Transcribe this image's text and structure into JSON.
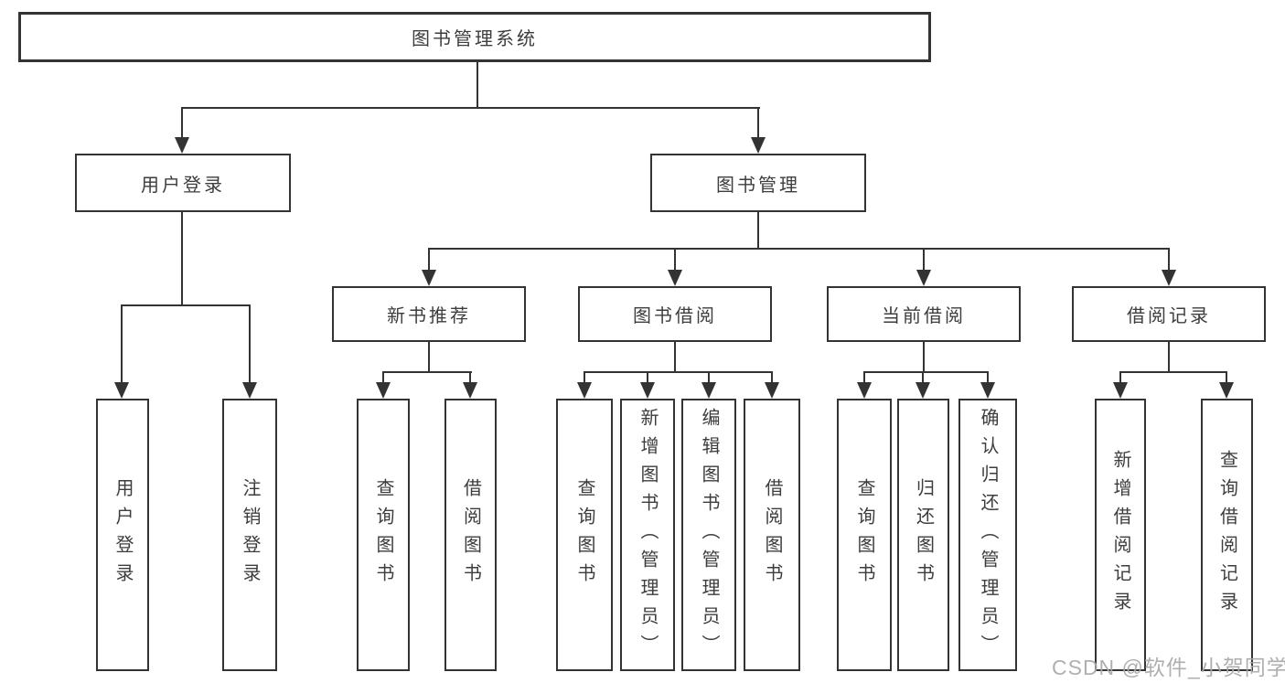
{
  "diagram": {
    "title": "图书管理系统",
    "root": {
      "label": "图书管理系统"
    },
    "branches": [
      {
        "label": "用户登录",
        "children": [
          {
            "label": "用户登录"
          },
          {
            "label": "注销登录"
          }
        ]
      },
      {
        "label": "图书管理",
        "children": [
          {
            "label": "新书推荐",
            "children": [
              {
                "label": "查询图书"
              },
              {
                "label": "借阅图书"
              }
            ]
          },
          {
            "label": "图书借阅",
            "children": [
              {
                "label": "查询图书"
              },
              {
                "label": "新增图书（管理员）"
              },
              {
                "label": "编辑图书（管理员）"
              },
              {
                "label": "借阅图书"
              }
            ]
          },
          {
            "label": "当前借阅",
            "children": [
              {
                "label": "查询图书"
              },
              {
                "label": "归还图书"
              },
              {
                "label": "确认归还（管理员）"
              }
            ]
          },
          {
            "label": "借阅记录",
            "children": [
              {
                "label": "新增借阅记录"
              },
              {
                "label": "查询借阅记录"
              }
            ]
          }
        ]
      }
    ]
  },
  "watermark": {
    "text": "CSDN @软件_小贺同学"
  },
  "colors": {
    "line": "#333333",
    "text": "#3d3d3d",
    "background": "#ffffff",
    "watermark": "#a8a8a8"
  }
}
